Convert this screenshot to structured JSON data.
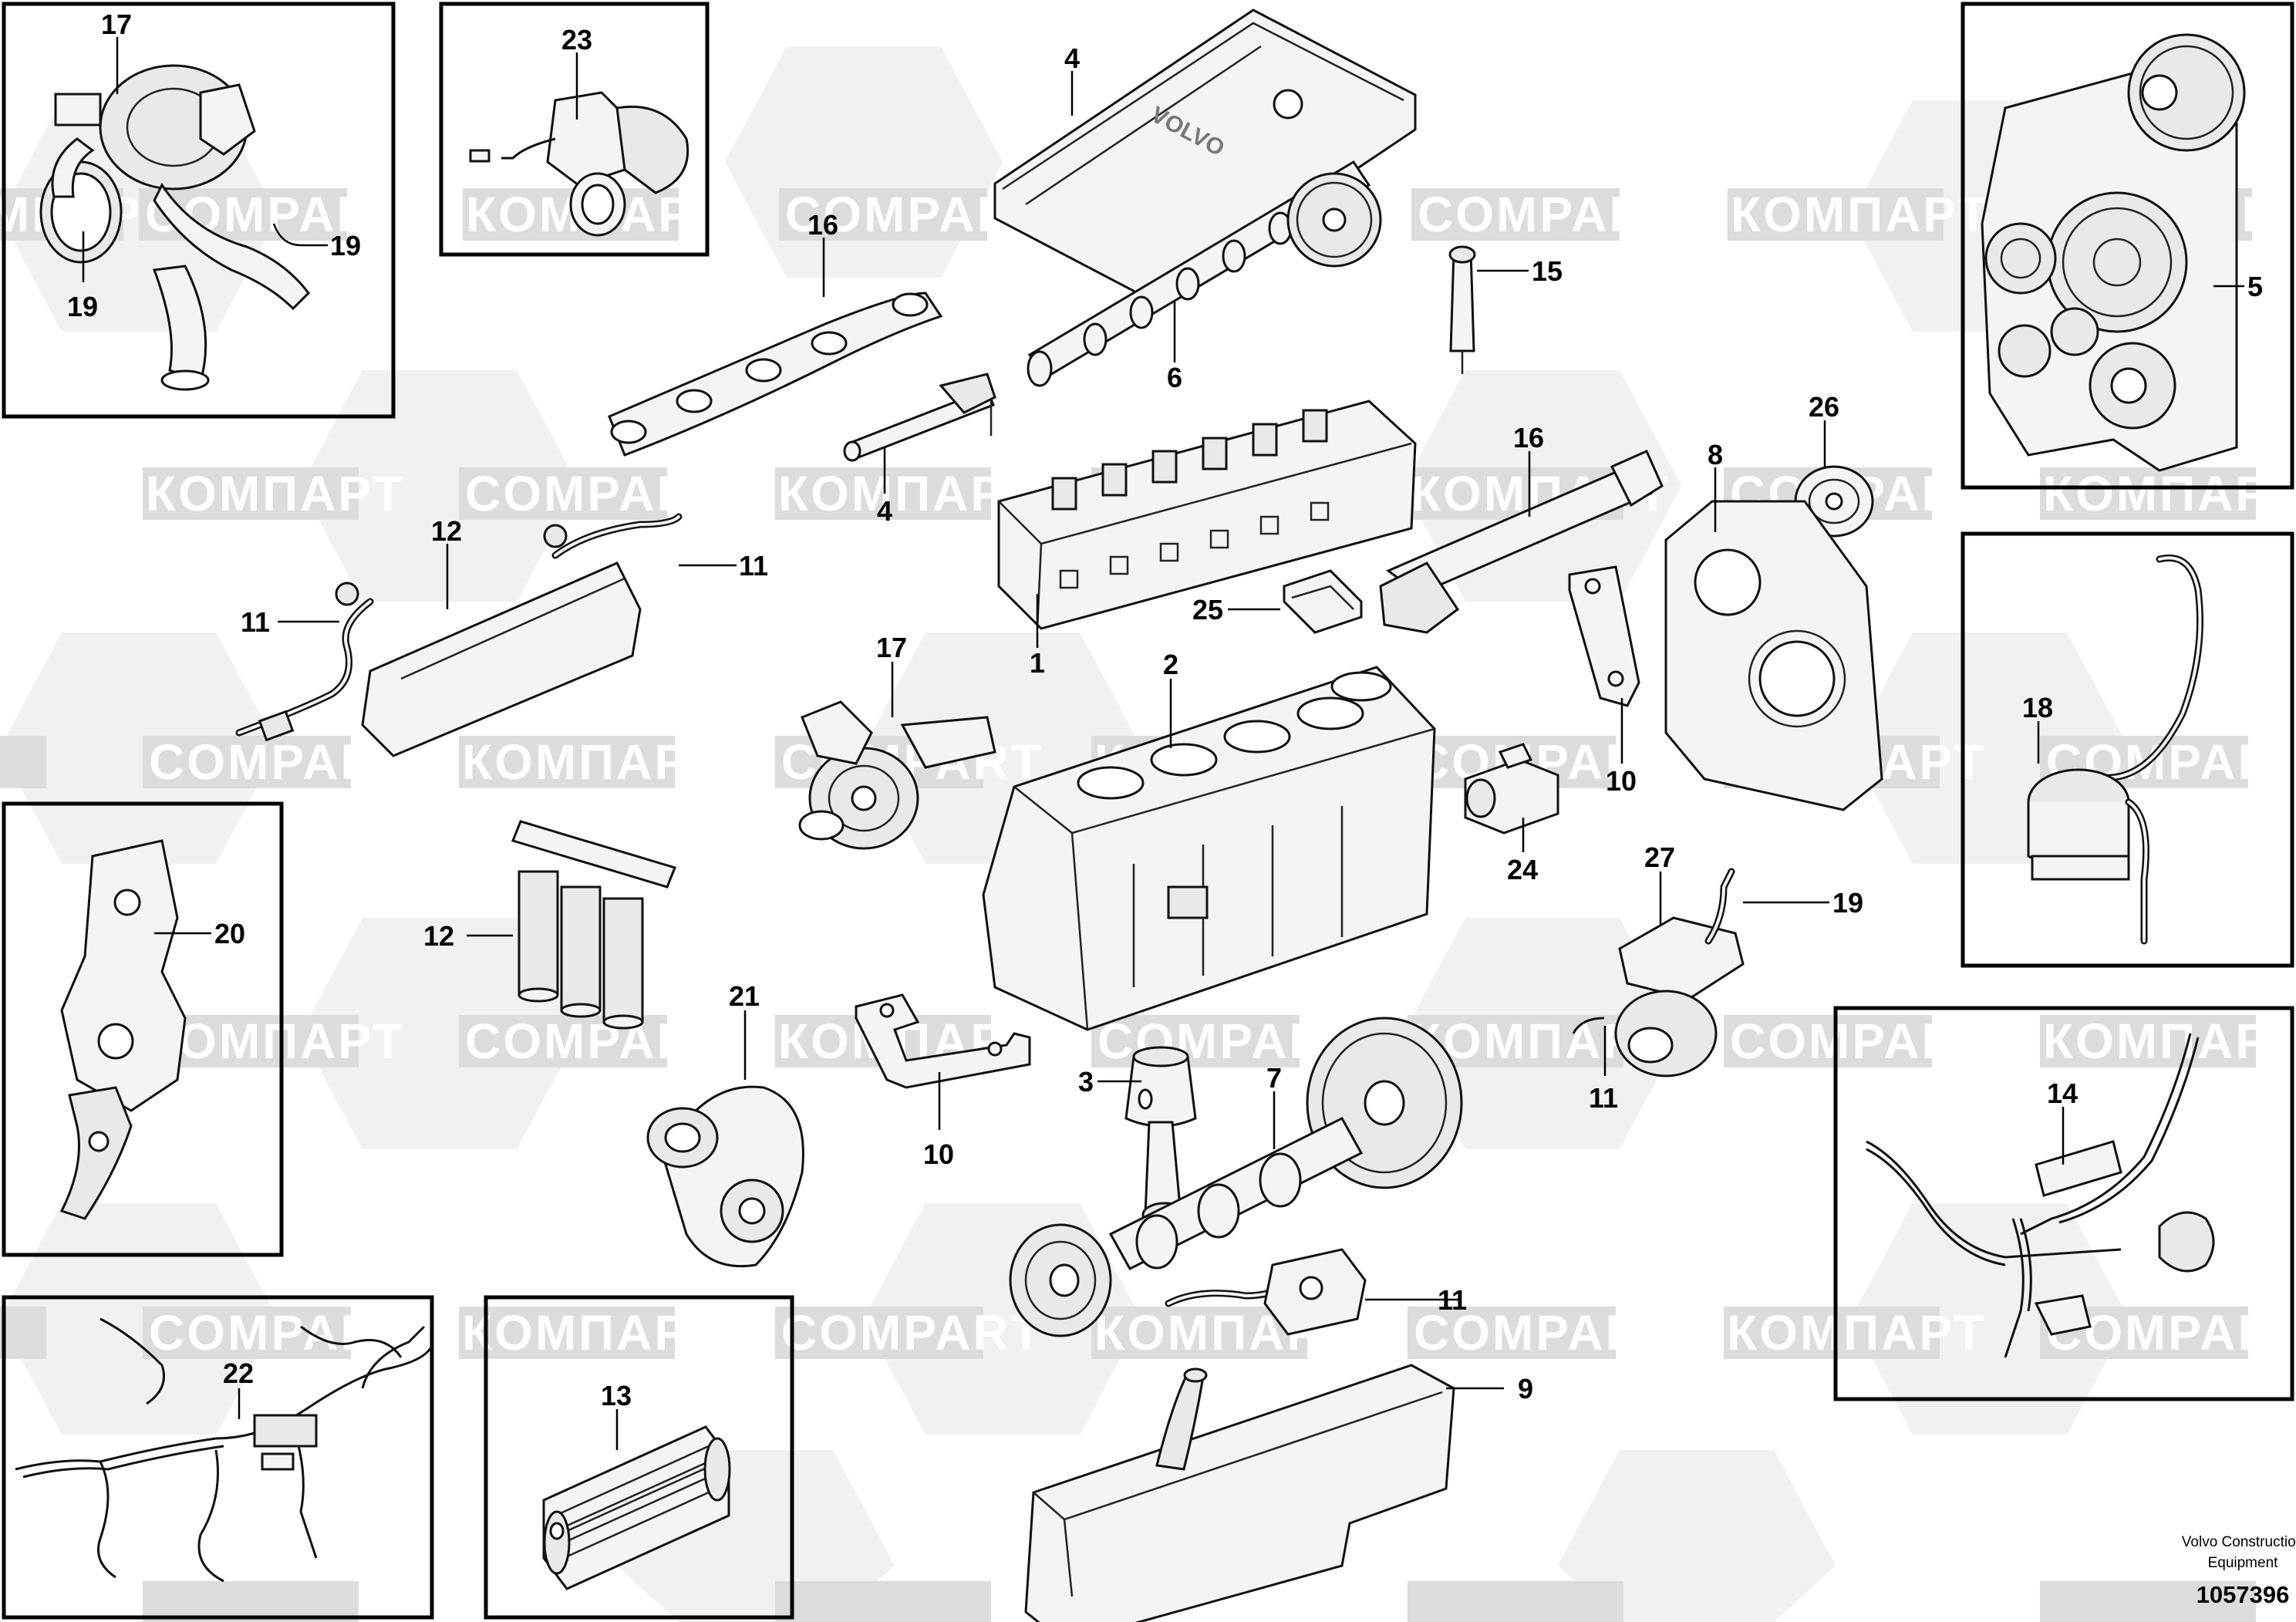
{
  "watermark": {
    "brand_cyrillic": "КОМПАРТ",
    "brand_latin": "COMPART"
  },
  "callouts": {
    "c17_top": "17",
    "c19_right": "19",
    "c19_left": "19",
    "c23": "23",
    "c4_top": "4",
    "c16_left": "16",
    "c15": "15",
    "c5": "5",
    "c6": "6",
    "c4_mid": "4",
    "c26": "26",
    "c16_right": "16",
    "c8": "8",
    "c12_top": "12",
    "c11_right": "11",
    "c11_left": "11",
    "c25": "25",
    "c1": "1",
    "c17_mid": "17",
    "c2": "2",
    "c18": "18",
    "c10_right": "10",
    "c24": "24",
    "c27": "27",
    "c19_mid": "19",
    "c20": "20",
    "c12_mid": "12",
    "c21": "21",
    "c3": "3",
    "c7": "7",
    "c10_low": "10",
    "c11_low": "11",
    "c14": "14",
    "c11_bottom": "11",
    "c22": "22",
    "c13": "13",
    "c9": "9"
  },
  "footer": {
    "manufacturer_line1": "Volvo Construction",
    "manufacturer_line2": "Equipment",
    "drawing_number": "1057396"
  }
}
